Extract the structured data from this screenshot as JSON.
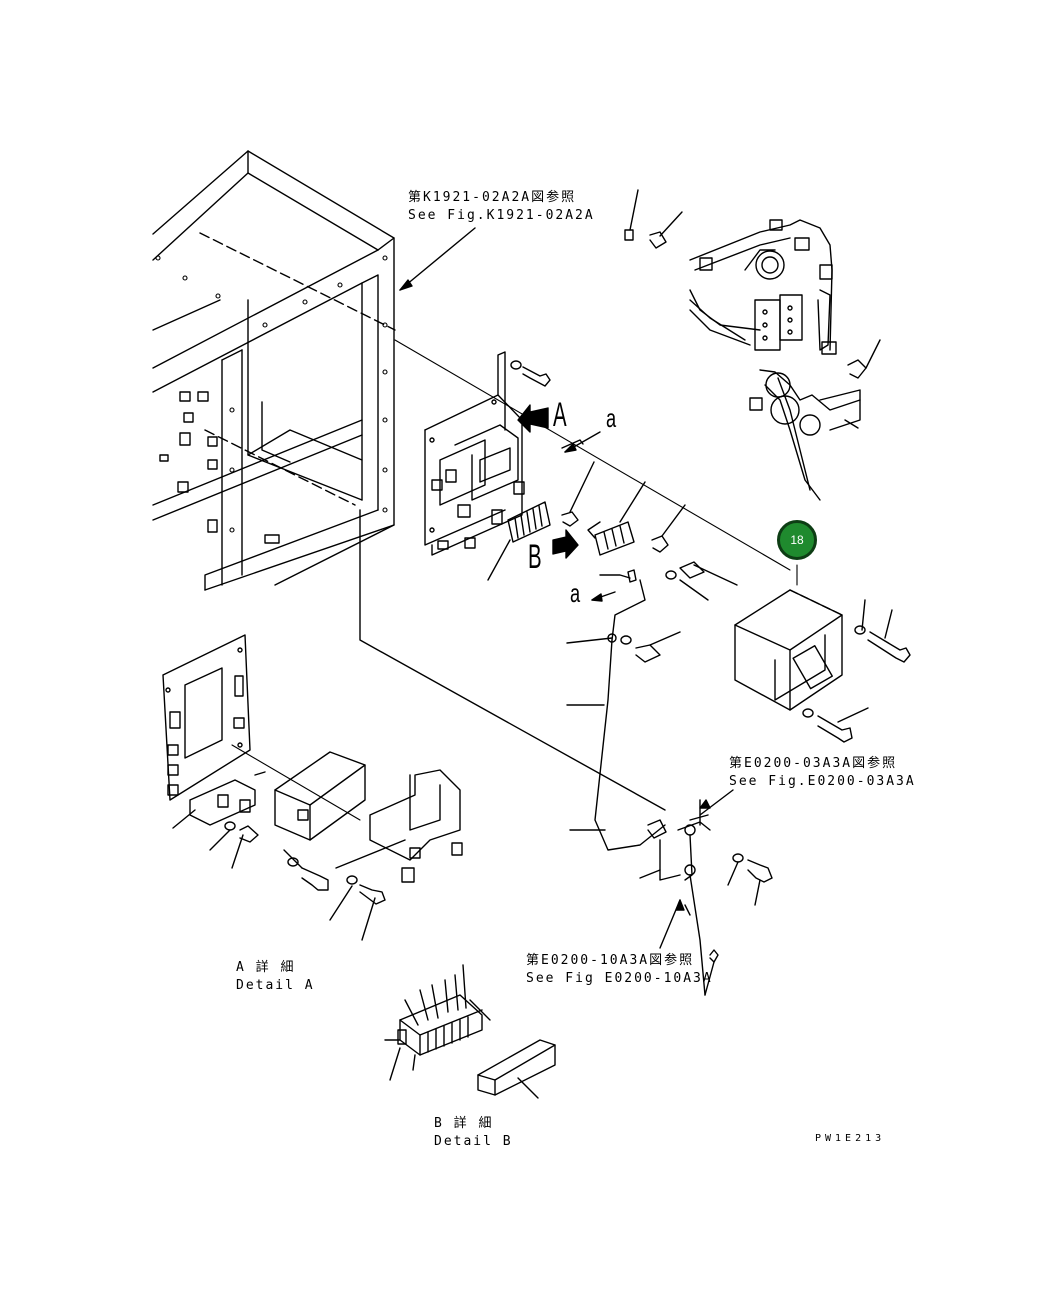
{
  "labels": {
    "ref_k1921_jp": "第K1921-02A2A図参照",
    "ref_k1921_en": "See Fig.K1921-02A2A",
    "ref_e0200_03_jp": "第E0200-03A3A図参照",
    "ref_e0200_03_en": "See Fig.E0200-03A3A",
    "ref_e0200_10_jp": "第E0200-10A3A図参照",
    "ref_e0200_10_en": "See Fig E0200-10A3A",
    "detail_a_jp": "A 詳 細",
    "detail_a_en": "Detail A",
    "detail_b_jp": "B 詳 細",
    "detail_b_en": "Detail B",
    "view_a": "A",
    "view_b": "B",
    "mark_a_upper": "a",
    "mark_a_lower": "a",
    "drawing_code": "PW1E213"
  },
  "callout": {
    "number": "18",
    "color": "#1f8a2e"
  }
}
